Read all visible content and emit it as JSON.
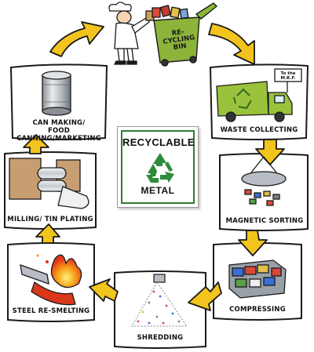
{
  "sign": {
    "title": "RECYCLABLE",
    "subtitle": "METAL",
    "icon": "recycle-icon"
  },
  "bin": {
    "text_line1": "RE-",
    "text_line2": "CYCLING",
    "text_line3": "BIN"
  },
  "truck": {
    "sign_line1": "To the",
    "sign_line2": "M.R.F."
  },
  "steps": [
    {
      "id": "can-making",
      "label_line1": "CAN MAKING/",
      "label_line2": "FOOD CANNING/MARKETING"
    },
    {
      "id": "waste-collecting",
      "label_line1": "WASTE COLLECTING",
      "label_line2": ""
    },
    {
      "id": "magnetic-sorting",
      "label_line1": "MAGNETIC SORTING",
      "label_line2": ""
    },
    {
      "id": "compressing",
      "label_line1": "COMPRESSING",
      "label_line2": ""
    },
    {
      "id": "shredding",
      "label_line1": "SHREDDING",
      "label_line2": ""
    },
    {
      "id": "steel-re-smelting",
      "label_line1": "STEEL RE-SMELTING",
      "label_line2": ""
    },
    {
      "id": "milling-tin-plating",
      "label_line1": "MILLING/ TIN PLATING",
      "label_line2": ""
    }
  ],
  "colors": {
    "arrow_fill": "#f3c41d",
    "arrow_stroke": "#1a1a1a",
    "panel_stroke": "#1a1a1a",
    "bin_green": "#8cb33a",
    "truck_green": "#9ac23c",
    "recycle_green": "#2e8b3a",
    "fire_orange": "#f07a1a",
    "steel_grey": "#b8bcc4"
  }
}
